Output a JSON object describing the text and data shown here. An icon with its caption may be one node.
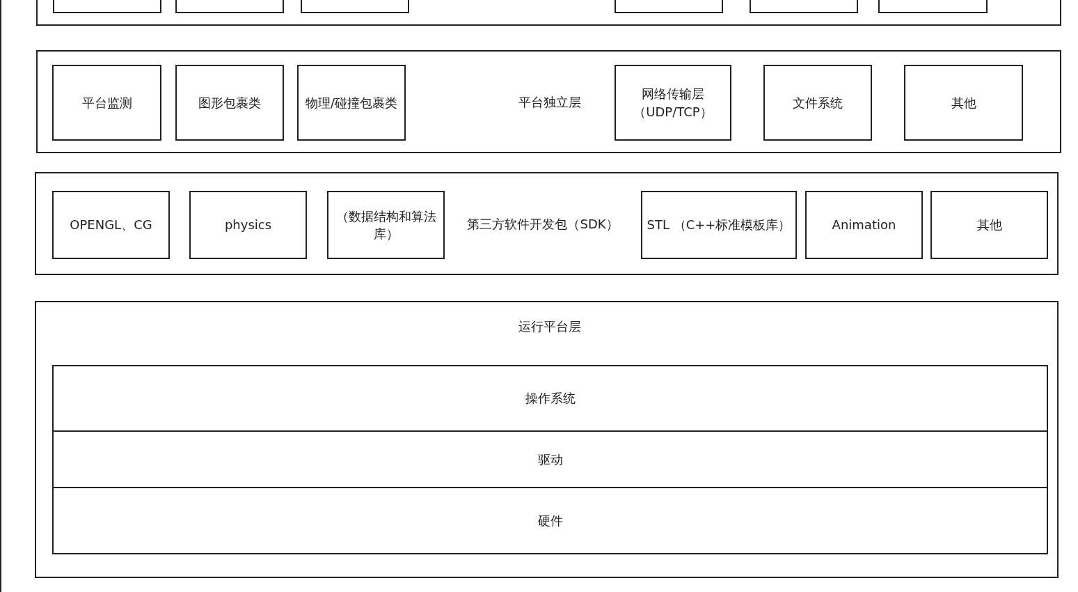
{
  "diagram": {
    "nodes": [
      {
        "text": [],
        "shape": "box"
      },
      {
        "text": [],
        "shape": "box",
        "in": 0
      },
      {
        "text": [],
        "shape": "box",
        "in": 0
      },
      {
        "text": [],
        "shape": "box",
        "in": 0
      },
      {
        "text": [],
        "shape": "box",
        "in": 0
      },
      {
        "text": [],
        "shape": "box",
        "in": 0
      },
      {
        "text": [],
        "shape": "box",
        "in": 0
      },
      {
        "text": [
          "平台独立层"
        ]
      },
      {
        "text": [
          "平台监测"
        ],
        "in": 7
      },
      {
        "text": [
          "图形包裹类"
        ],
        "in": 7
      },
      {
        "text": [
          "物理/碰撞包裹类"
        ],
        "in": 7
      },
      {
        "text": [
          "网络传输层（UDP/TCP）"
        ],
        "in": 7
      },
      {
        "text": [
          "文件系统"
        ],
        "in": 7
      },
      {
        "text": [
          "其他"
        ],
        "in": 7
      },
      {
        "text": [
          "第三方软件开发包（SDK）"
        ]
      },
      {
        "text": [
          "OPENGL、CG"
        ],
        "in": 14
      },
      {
        "text": [
          "physics"
        ],
        "in": 14
      },
      {
        "text": [
          "（数据结构和算法库）"
        ],
        "in": 14
      },
      {
        "text": [
          "STL （C++标准模板库）"
        ],
        "in": 14
      },
      {
        "text": [
          "Animation"
        ],
        "in": 14
      },
      {
        "text": [
          "其他"
        ],
        "in": 14
      },
      {
        "text": [
          "运行平台层"
        ]
      },
      {
        "text": [
          "操作系统"
        ],
        "in": 21
      },
      {
        "text": [
          "驱动"
        ],
        "in": 21
      },
      {
        "text": [
          "硬件"
        ],
        "in": 21
      }
    ],
    "edges": []
  }
}
